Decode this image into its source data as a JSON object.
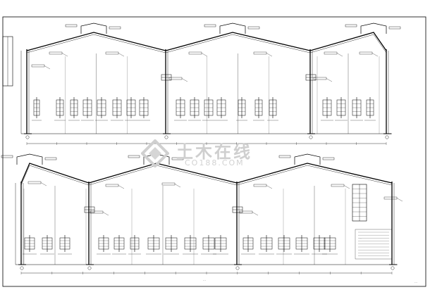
{
  "drawing": {
    "sheet_frame": "outer-frame",
    "elevations": [
      {
        "id": "upper",
        "title_label": "…",
        "spans": 3
      },
      {
        "id": "lower",
        "title_label": "…",
        "spans": 3
      }
    ],
    "notes_block": "…",
    "sheet_number": "…"
  },
  "watermark": {
    "title": "土木在线",
    "subtitle": "CO188.COM",
    "color": "#cfcfcf"
  },
  "colors": {
    "line": "#000000",
    "background": "#ffffff",
    "watermark": "#cfcfcf"
  }
}
